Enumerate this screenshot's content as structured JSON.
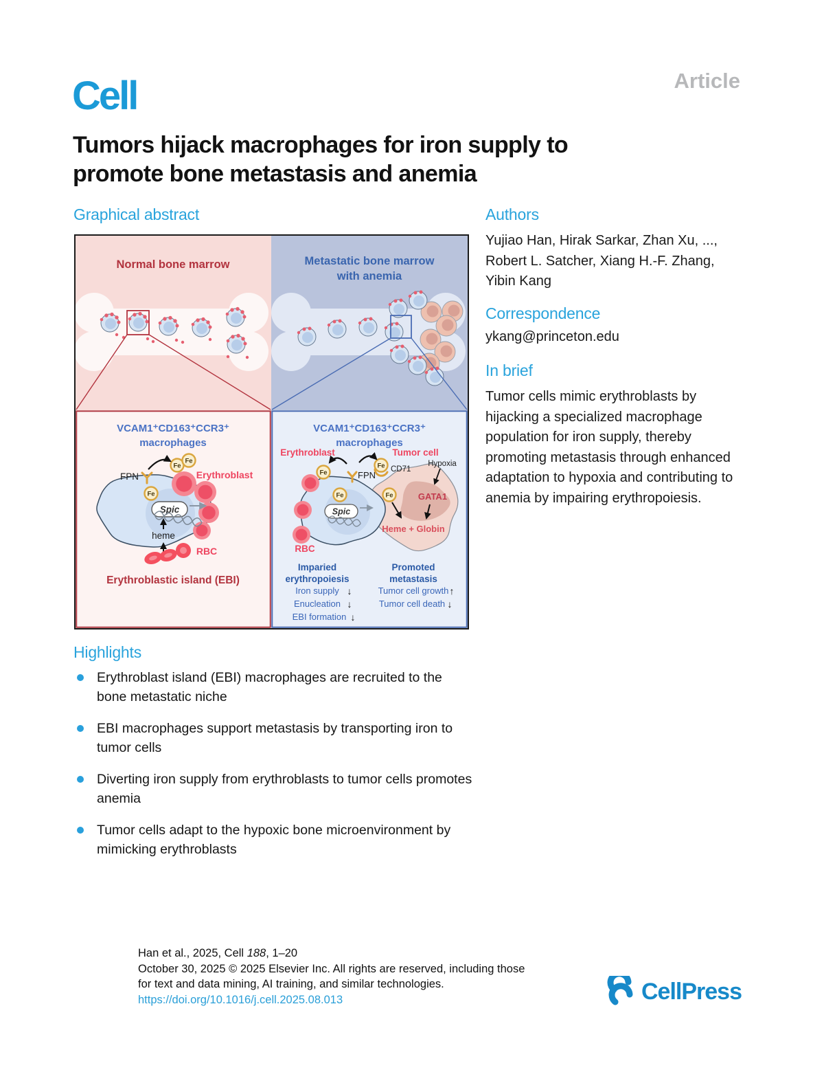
{
  "header": {
    "journal": "Cell",
    "article_type": "Article",
    "title_line1": "Tumors hijack macrophages for iron supply to",
    "title_line2": "promote bone metastasis and anemia"
  },
  "graphical_abstract": {
    "heading": "Graphical abstract",
    "normal_panel": {
      "title": "Normal bone marrow"
    },
    "metastatic_panel": {
      "title_line1": "Metastatic bone marrow",
      "title_line2": "with anemia"
    },
    "ebi_panel": {
      "title_line1": "VCAM1⁺CD163⁺CCR3⁺",
      "title_line2": "macrophages",
      "fe_label": "Fe",
      "fpn_label": "FPN",
      "erythroblast_label": "Erythroblast",
      "spic_label": "Spic",
      "heme_label": "heme",
      "rbc_label": "RBC",
      "caption": "Erythroblastic island (EBI)"
    },
    "tumor_panel": {
      "title_line1": "VCAM1⁺CD163⁺CCR3⁺",
      "title_line2": "macrophages",
      "erythroblast_label": "Erythroblast",
      "tumor_cell_label": "Tumor cell",
      "hypoxia_label": "Hypoxia",
      "fe_label": "Fe",
      "fpn_label": "FPN",
      "cd71_label": "CD71",
      "gata1_label": "GATA1",
      "spic_label": "Spic",
      "heme_globin_label": "Heme + Globin",
      "rbc_label": "RBC",
      "impaired": {
        "line1": "Imparied",
        "line2": "erythropoiesis",
        "items": [
          {
            "label": "Iron supply",
            "arrow": "↓"
          },
          {
            "label": "Enucleation",
            "arrow": "↓"
          },
          {
            "label": "EBI formation",
            "arrow": "↓"
          }
        ]
      },
      "promoted": {
        "line1": "Promoted",
        "line2": "metastasis",
        "items": [
          {
            "label": "Tumor cell growth",
            "arrow": "↑"
          },
          {
            "label": "Tumor cell death",
            "arrow": "↓"
          }
        ]
      }
    }
  },
  "authors_section": {
    "heading": "Authors",
    "lines": [
      "Yujiao Han, Hirak Sarkar, Zhan Xu, ...,",
      "Robert L. Satcher, Xiang H.-F. Zhang,",
      "Yibin Kang"
    ]
  },
  "correspondence_section": {
    "heading": "Correspondence",
    "email": "ykang@princeton.edu"
  },
  "in_brief_section": {
    "heading": "In brief",
    "text": "Tumor cells mimic erythroblasts by hijacking a specialized macrophage population for iron supply, thereby promoting metastasis through enhanced adaptation to hypoxia and contributing to anemia by impairing erythropoiesis."
  },
  "highlights_section": {
    "heading": "Highlights",
    "items": [
      "Erythroblast island (EBI) macrophages are recruited to the bone metastatic niche",
      "EBI macrophages support metastasis by transporting iron to tumor cells",
      "Diverting iron supply from erythroblasts to tumor cells promotes anemia",
      "Tumor cells adapt to the hypoxic bone microenvironment by mimicking erythroblasts"
    ]
  },
  "footer": {
    "citation_prefix": "Han et al., 2025, Cell ",
    "citation_volume": "188",
    "citation_pages": ", 1–20",
    "rights_line1": "October 30, 2025 © 2025 Elsevier Inc. All rights are reserved, including those",
    "rights_line2": "for text and data mining, AI training, and similar technologies.",
    "doi": "https://doi.org/10.1016/j.cell.2025.08.013",
    "publisher": "CellPress"
  },
  "colors": {
    "accent_blue": "#29a3dc",
    "journal_blue": "#1b9ad7",
    "panel_pink": "#f8dcd9",
    "panel_slate_blue": "#b9c3dc",
    "dark_red": "#b2333e",
    "panel_border_blue": "#4a6cb3",
    "link_blue": "#2a9fd8"
  }
}
